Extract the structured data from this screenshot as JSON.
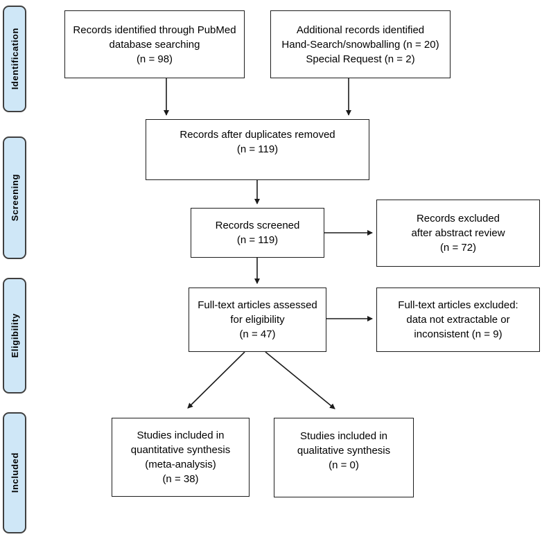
{
  "diagram": {
    "type": "prisma-flow-diagram",
    "colors": {
      "stage_fill": "#cfe7f7",
      "stage_border": "#3f3f3f",
      "box_border": "#1c1c1c",
      "box_fill": "#ffffff",
      "arrow": "#1a1a1a",
      "text": "#000000"
    }
  },
  "sidebar": {
    "labels": [
      "Identification",
      "Screening",
      "Eligibility",
      "Included"
    ]
  },
  "boxes": {
    "pubmed": {
      "lines": [
        "Records identified through PubMed",
        "database searching",
        "(n = 98)"
      ]
    },
    "additional": {
      "lines": [
        "Additional records identified",
        "Hand-Search/snowballing (n = 20)",
        "Special Request (n = 2)"
      ]
    },
    "duplicates": {
      "lines": [
        "Records after duplicates removed",
        "(n = 119)"
      ]
    },
    "screened": {
      "lines": [
        "Records screened",
        "(n = 119)"
      ]
    },
    "excluded_abstract": {
      "lines": [
        "Records excluded",
        "after abstract review",
        "(n = 72)"
      ]
    },
    "fulltext": {
      "lines": [
        "Full-text articles assessed",
        "for eligibility",
        "(n = 47)"
      ]
    },
    "fulltext_excluded": {
      "lines": [
        "Full-text articles excluded:",
        "data not extractable or",
        "inconsistent (n = 9)"
      ]
    },
    "quantitative": {
      "lines": [
        "Studies included in",
        "quantitative synthesis",
        "(meta-analysis)",
        "(n = 38)"
      ]
    },
    "qualitative": {
      "lines": [
        "Studies included in",
        "qualitative synthesis",
        "(n = 0)"
      ]
    }
  }
}
